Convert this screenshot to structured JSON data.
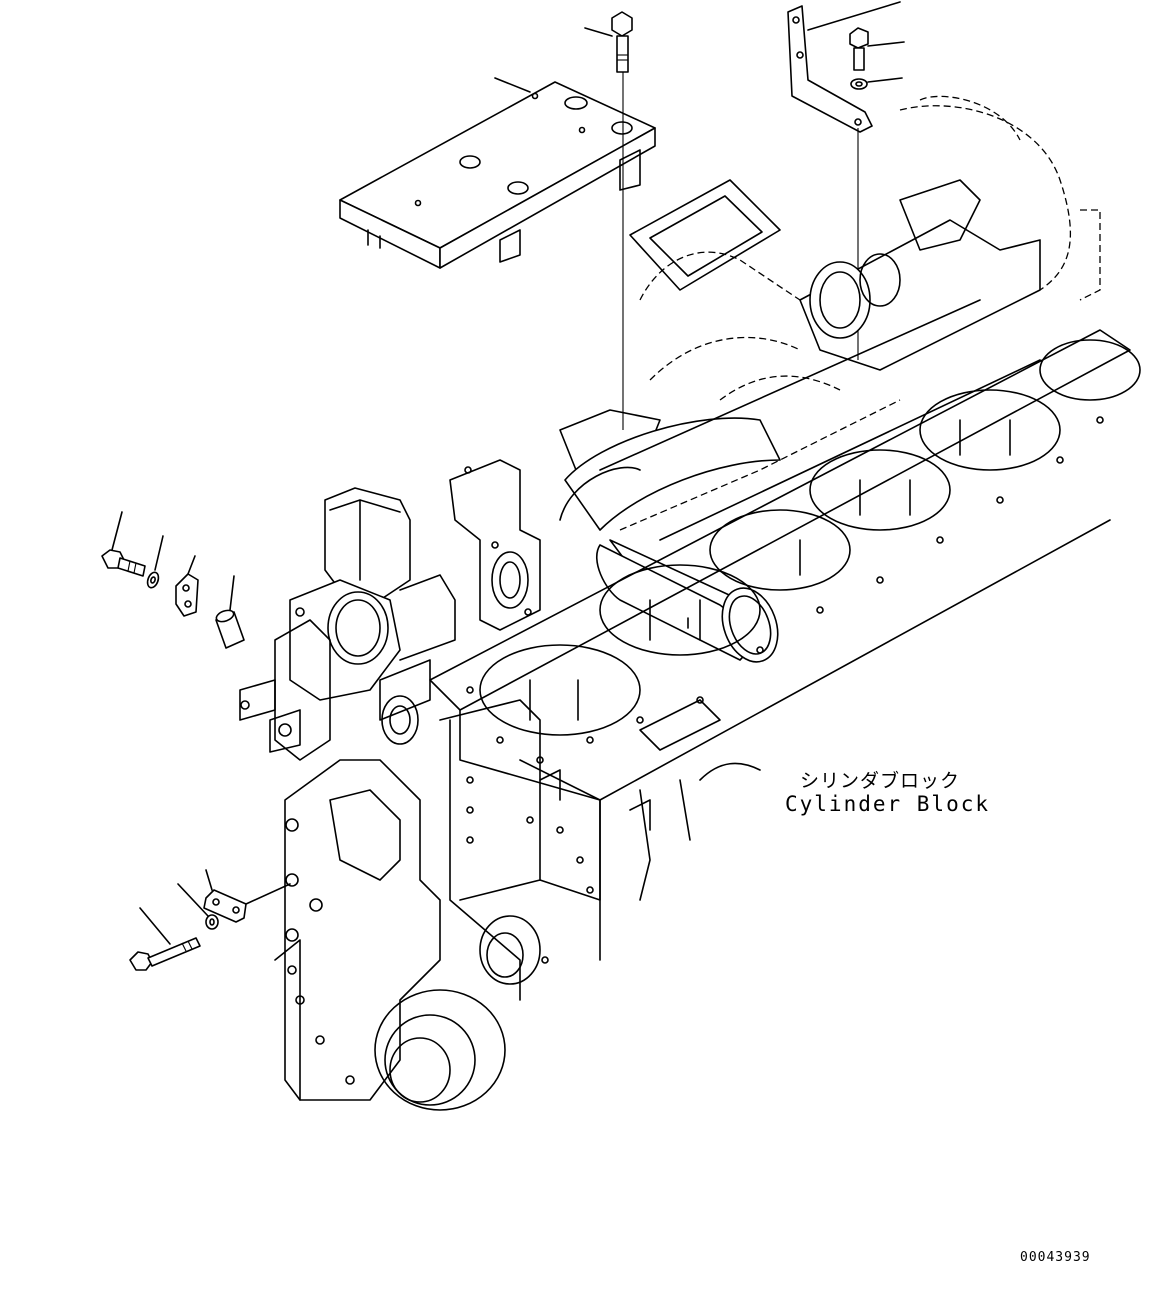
{
  "labels": {
    "part_name_jp": "シリンダブロック",
    "part_name_en": "Cylinder Block",
    "drawing_code": "00043939"
  },
  "icons": [
    "bolt-icon",
    "washer-icon",
    "bracket-icon",
    "sleeve-icon"
  ]
}
